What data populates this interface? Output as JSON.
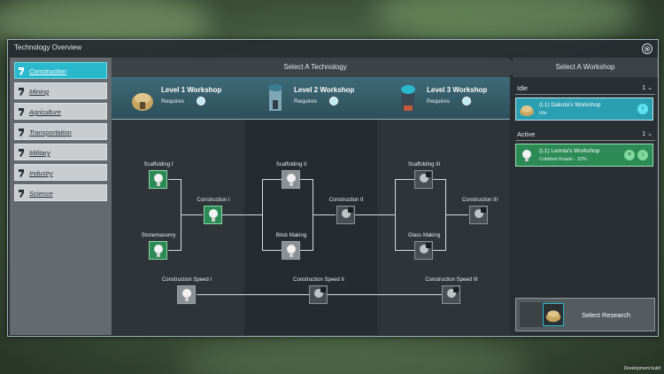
{
  "window": {
    "title": "Technology Overview",
    "close_symbol": "⊗"
  },
  "sidebar": {
    "items": [
      {
        "label": "Construction",
        "active": true
      },
      {
        "label": "Mining",
        "active": false
      },
      {
        "label": "Agriculture",
        "active": false
      },
      {
        "label": "Transportation",
        "active": false
      },
      {
        "label": "Military",
        "active": false
      },
      {
        "label": "Industry",
        "active": false
      },
      {
        "label": "Science",
        "active": false
      }
    ]
  },
  "tech": {
    "header": "Select A Technology",
    "workshops": [
      {
        "title": "Level 1 Workshop",
        "requires": "Requires"
      },
      {
        "title": "Level 2 Workshop",
        "requires": "Requires"
      },
      {
        "title": "Level 3 Workshop",
        "requires": "Requires"
      }
    ],
    "nodes": [
      {
        "label": "Scaffolding I",
        "state": "green",
        "locked": false
      },
      {
        "label": "Stonemasonry",
        "state": "green",
        "locked": false
      },
      {
        "label": "Construction I",
        "state": "green",
        "locked": false
      },
      {
        "label": "Scaffolding II",
        "state": "light",
        "locked": false
      },
      {
        "label": "Brick Making",
        "state": "light",
        "locked": false
      },
      {
        "label": "Construction II",
        "state": "gray",
        "locked": true
      },
      {
        "label": "Scaffolding III",
        "state": "gray",
        "locked": true
      },
      {
        "label": "Glass Making",
        "state": "gray",
        "locked": true
      },
      {
        "label": "Construction III",
        "state": "gray",
        "locked": true
      },
      {
        "label": "Construction Speed I",
        "state": "light",
        "locked": false
      },
      {
        "label": "Construction Speed II",
        "state": "gray",
        "locked": true
      },
      {
        "label": "Construction Speed III",
        "state": "gray",
        "locked": true
      }
    ]
  },
  "workshop_panel": {
    "header": "Select A Workshop",
    "idle": {
      "label": "Idle",
      "count": "1",
      "chevron": "⌄",
      "card": {
        "name": "(L1) Dakota's Workshop",
        "status": "Idle",
        "arrow": "›"
      }
    },
    "active": {
      "label": "Active",
      "count": "1",
      "chevron": "⌄",
      "card": {
        "name": "(L1) Leonia's Workshop",
        "status": "Cobbled Roads - 32%",
        "cancel": "×",
        "arrow": "›"
      }
    },
    "select_research": "Select Research"
  },
  "footer": {
    "build_label": "Development build"
  },
  "colors": {
    "accent": "#2ab8cc",
    "researched": "#2c8a55",
    "panel": "#2a2f33"
  },
  "icons": {
    "category": "hammer-icon",
    "tech": "lightbulb-icon",
    "locked": "lock-icon"
  }
}
